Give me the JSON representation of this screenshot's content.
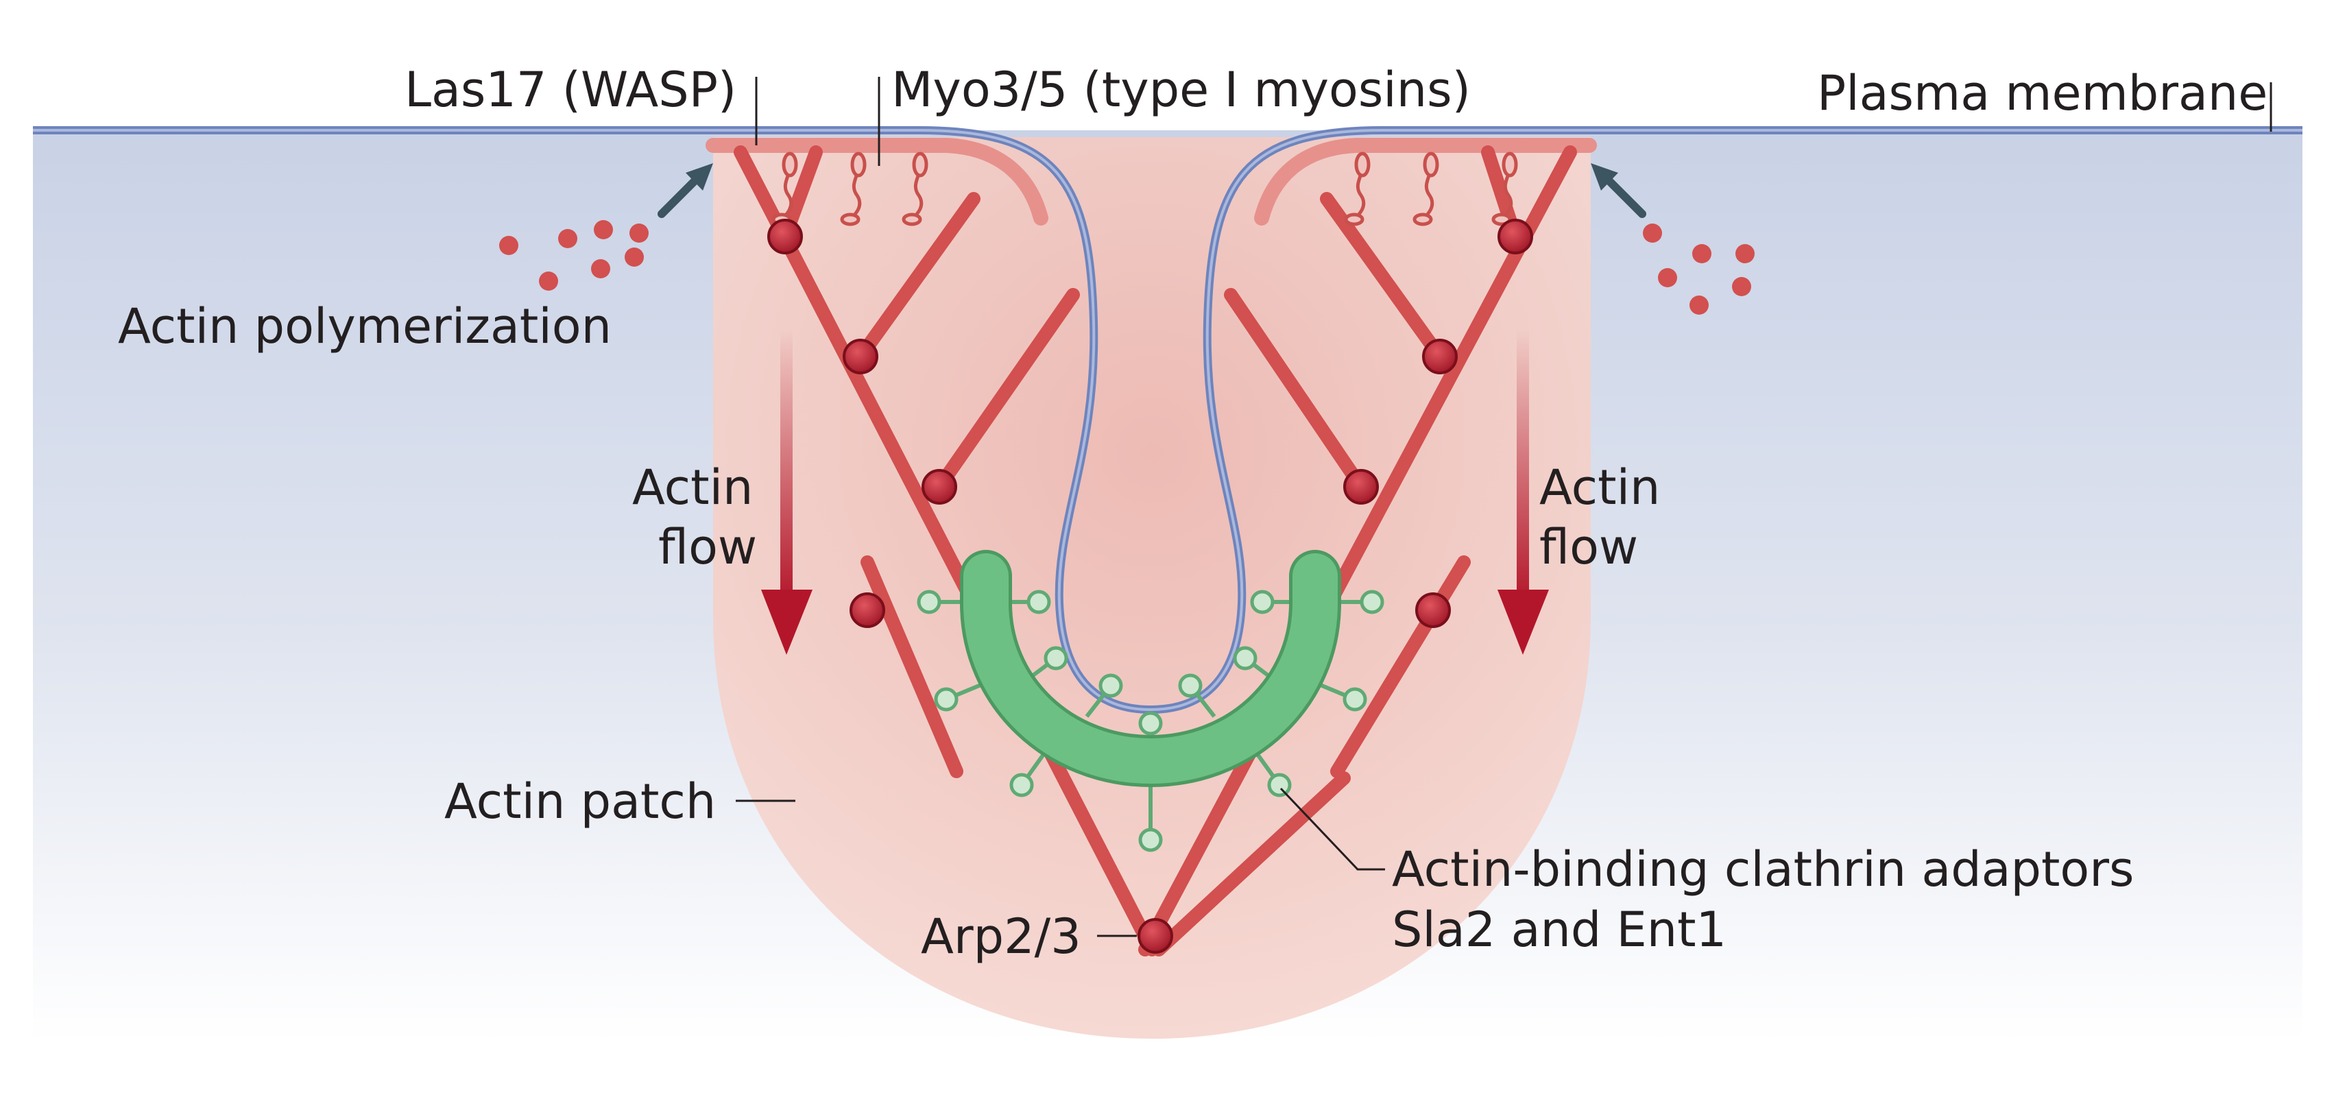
{
  "labels": {
    "las17": "Las17 (WASP)",
    "myo": "Myo3/5 (type I myosins)",
    "plasma_membrane": "Plasma membrane",
    "actin_polymerization": "Actin polymerization",
    "actin_flow_left_1": "Actin",
    "actin_flow_left_2": "flow",
    "actin_flow_right_1": "Actin",
    "actin_flow_right_2": "flow",
    "actin_patch": "Actin patch",
    "arp23": "Arp2/3",
    "adaptors_1": "Actin-binding clathrin adaptors",
    "adaptors_2": "Sla2 and Ent1"
  },
  "colors": {
    "cytoplasm_top": "#c9d2e6",
    "membrane": "#7f93c6",
    "patch": "#f2cdc6",
    "actin": "#d2504f",
    "arp23": "#b8202f",
    "flow_arrow": "#b3162a",
    "polymerization_arrow": "#3c5560",
    "adaptor": "#6cc084",
    "adaptor_knob": "#cfe8d2"
  }
}
